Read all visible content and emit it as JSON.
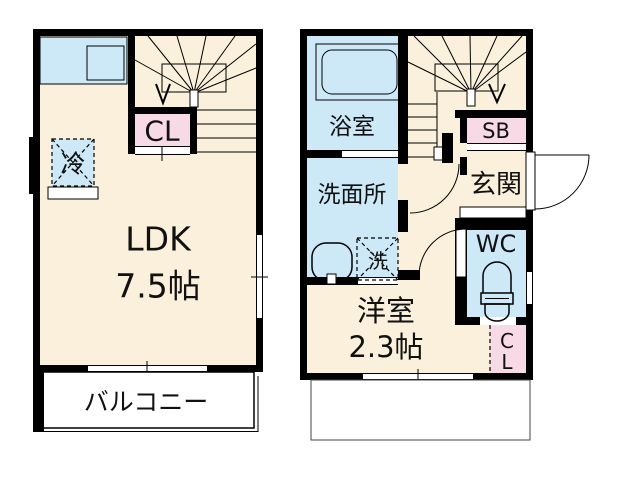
{
  "meta": {
    "type": "floor-plan",
    "floors": 2
  },
  "colors": {
    "wall": "#000000",
    "room_cream": "#FAF0DB",
    "water_blue": "#CDE9F8",
    "closet_pink": "#F8D9E6",
    "background": "#FFFFFF"
  },
  "left_floor": {
    "ldk_label": "LDK",
    "ldk_size": "7.5帖",
    "closet_label": "CL",
    "refrigerator_label": "冷",
    "balcony_label": "バルコニー"
  },
  "right_floor": {
    "bathroom_label": "浴室",
    "washroom_label": "洗面所",
    "washer_label": "洗",
    "entrance_label": "玄関",
    "shoe_box_label": "SB",
    "toilet_label": "WC",
    "closet_letter_top": "C",
    "closet_letter_bottom": "L",
    "bedroom_label": "洋室",
    "bedroom_size": "2.3帖"
  }
}
